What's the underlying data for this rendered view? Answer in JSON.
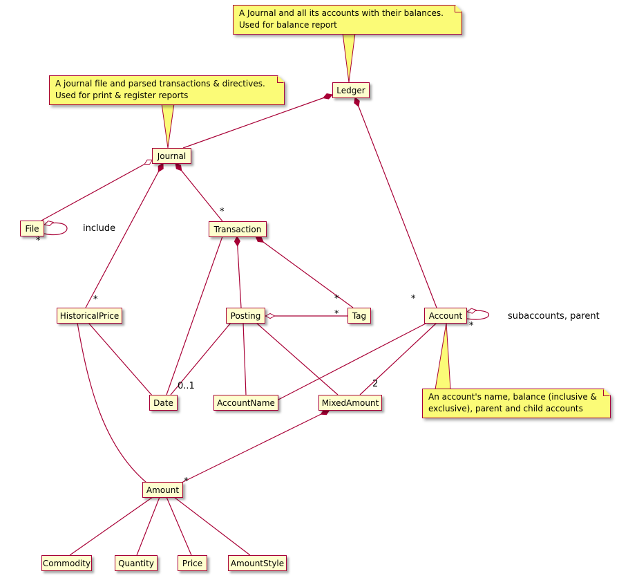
{
  "diagram": {
    "colors": {
      "node_fill": "#FEFECE",
      "node_border": "#A80036",
      "note_fill": "#FBFB77",
      "edge": "#A80036",
      "text": "#000000",
      "background": "#FFFFFF"
    },
    "nodes": {
      "ledger": {
        "label": "Ledger"
      },
      "journal": {
        "label": "Journal"
      },
      "file": {
        "label": "File"
      },
      "transaction": {
        "label": "Transaction"
      },
      "historicalprice": {
        "label": "HistoricalPrice"
      },
      "posting": {
        "label": "Posting"
      },
      "tag": {
        "label": "Tag"
      },
      "account": {
        "label": "Account"
      },
      "date": {
        "label": "Date"
      },
      "accountname": {
        "label": "AccountName"
      },
      "mixedamount": {
        "label": "MixedAmount"
      },
      "amount": {
        "label": "Amount"
      },
      "commodity": {
        "label": "Commodity"
      },
      "quantity": {
        "label": "Quantity"
      },
      "price": {
        "label": "Price"
      },
      "amountstyle": {
        "label": "AmountStyle"
      }
    },
    "notes": {
      "ledger": {
        "line1": "A Journal and all its accounts with their balances.",
        "line2": "Used for balance report"
      },
      "journal": {
        "line1": "A journal file and parsed transactions & directives.",
        "line2": "Used for print & register reports"
      },
      "account": {
        "line1": "An account's name, balance (inclusive &",
        "line2": "exclusive), parent and child accounts"
      }
    },
    "edge_labels": {
      "include": "include",
      "include_mult": "*",
      "journal_transaction_mult": "*",
      "journal_historicalprice_mult": "*",
      "ledger_account_mult": "*",
      "transaction_tag_mult": "*",
      "posting_tag_mult": "*",
      "account_self_label": "subaccounts, parent",
      "account_self_mult": "*",
      "posting_date_mult": "0..1",
      "account_mixedamount_mult": "2",
      "mixedamount_amount_mult": "*"
    }
  }
}
